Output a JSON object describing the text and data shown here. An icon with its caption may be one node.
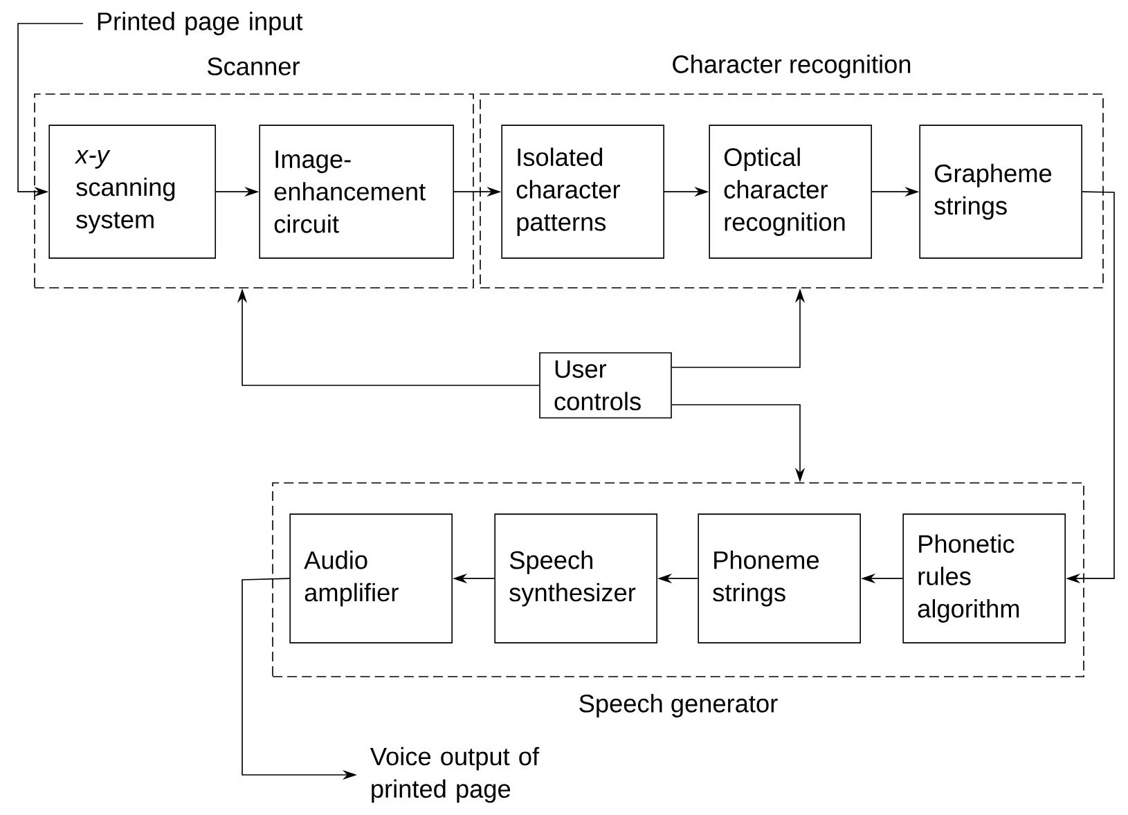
{
  "diagram": {
    "nodes": [
      {
        "text": [
          "Printed page input"
        ]
      },
      {
        "text": [
          "Scanner"
        ]
      },
      {
        "text": [
          "*x-y* scanning system"
        ],
        "in": 1
      },
      {
        "text": [
          "Image-enhancement circuit"
        ],
        "in": 1
      },
      {
        "text": [
          "Character recognition"
        ]
      },
      {
        "text": [
          "Isolated character patterns"
        ],
        "in": 4
      },
      {
        "text": [
          "Optical character recognition"
        ],
        "in": 4
      },
      {
        "text": [
          "Grapheme strings"
        ],
        "in": 4
      },
      {
        "text": [
          "User controls"
        ]
      },
      {
        "text": [
          "Speech generator"
        ]
      },
      {
        "text": [
          "Audio amplifier"
        ],
        "in": 9
      },
      {
        "text": [
          "Speech synthesizer"
        ],
        "in": 9
      },
      {
        "text": [
          "Phoneme strings"
        ],
        "in": 9
      },
      {
        "text": [
          "Phonetic rules algorithm"
        ],
        "in": 9
      },
      {
        "text": [
          "Voice output of printed page"
        ]
      }
    ],
    "edges": [
      {
        "from": 0,
        "to": 2,
        "arrow": "to"
      },
      {
        "from": 2,
        "to": 3,
        "arrow": "to"
      },
      {
        "from": 3,
        "to": 5,
        "arrow": "to"
      },
      {
        "from": 5,
        "to": 6,
        "arrow": "to"
      },
      {
        "from": 6,
        "to": 7,
        "arrow": "to"
      },
      {
        "from": 7,
        "to": 13,
        "arrow": "to"
      },
      {
        "from": 8,
        "to": 1,
        "arrow": "to"
      },
      {
        "from": 8,
        "to": 4,
        "arrow": "to"
      },
      {
        "from": 8,
        "to": 9,
        "arrow": "to"
      },
      {
        "from": 13,
        "to": 12,
        "arrow": "to"
      },
      {
        "from": 12,
        "to": 11,
        "arrow": "to"
      },
      {
        "from": 11,
        "to": 10,
        "arrow": "to"
      },
      {
        "from": 10,
        "to": 14,
        "arrow": "to"
      }
    ]
  }
}
